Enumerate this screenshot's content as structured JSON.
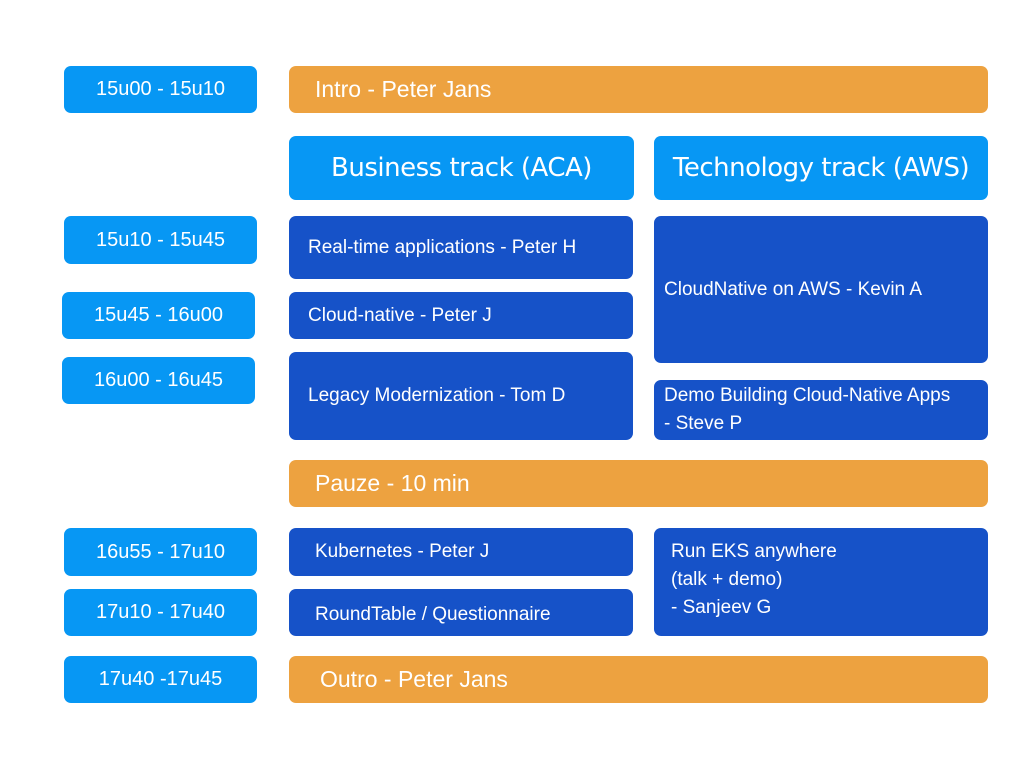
{
  "times": {
    "t1": "15u00 - 15u10",
    "t2": "15u10 - 15u45",
    "t3": "15u45 - 16u00",
    "t4": "16u00 - 16u45",
    "t5": "16u55 - 17u10",
    "t6": "17u10 - 17u40",
    "t7": "17u40 -17u45"
  },
  "banners": {
    "intro": "Intro -  Peter Jans",
    "pause": "Pauze - 10 min",
    "outro": "Outro -  Peter Jans"
  },
  "tracks": {
    "business": "Business track (ACA)",
    "technology": "Technology track (AWS)"
  },
  "business_sessions": {
    "realtime": "Real-time applications - Peter H",
    "cloud_native": "Cloud-native - Peter J",
    "legacy": "Legacy Modernization - Tom D",
    "kubernetes": "Kubernetes - Peter J",
    "roundtable": "RoundTable / Questionnaire"
  },
  "technology_sessions": {
    "cloudnative_aws": "CloudNative on AWS - Kevin A",
    "demo_building": "Demo Building Cloud-Native Apps\n- Steve P",
    "run_eks": "Run EKS anywhere\n(talk + demo)\n- Sanjeev G"
  },
  "colors": {
    "time_blue": "#0797f4",
    "session_blue": "#1652c8",
    "banner_orange": "#eda240"
  }
}
